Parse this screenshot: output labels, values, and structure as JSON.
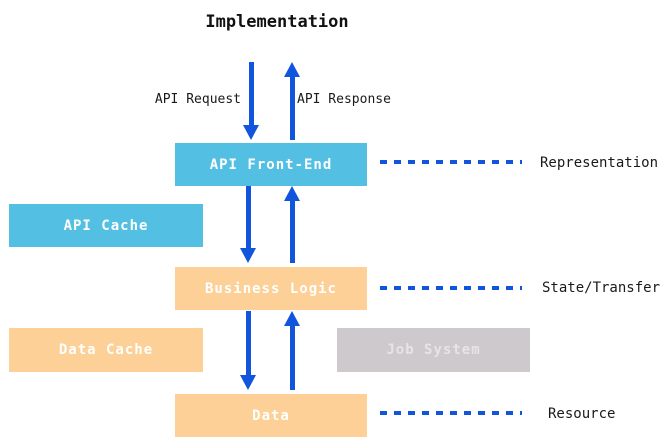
{
  "title": "Implementation",
  "flow_labels": {
    "request": "API Request",
    "response": "API Response"
  },
  "nodes": {
    "api_front_end": {
      "label": "API Front-End",
      "color": "#53BFE3"
    },
    "api_cache": {
      "label": "API Cache",
      "color": "#53BFE3"
    },
    "business_logic": {
      "label": "Business Logic",
      "color": "#FCD096"
    },
    "data_cache": {
      "label": "Data Cache",
      "color": "#FCD096"
    },
    "job_system": {
      "label": "Job System",
      "color": "#CDC9CC"
    },
    "data": {
      "label": "Data",
      "color": "#FCD096"
    }
  },
  "layers": {
    "representation": "Representation",
    "state_transfer": "State/Transfer",
    "resource": "Resource"
  },
  "colors": {
    "arrow_blue": "#1155DD",
    "dash_blue": "#1155DD",
    "box_text": "#FFFFFF",
    "label_text": "#1A1A1A",
    "background": "#FFFFFF"
  }
}
